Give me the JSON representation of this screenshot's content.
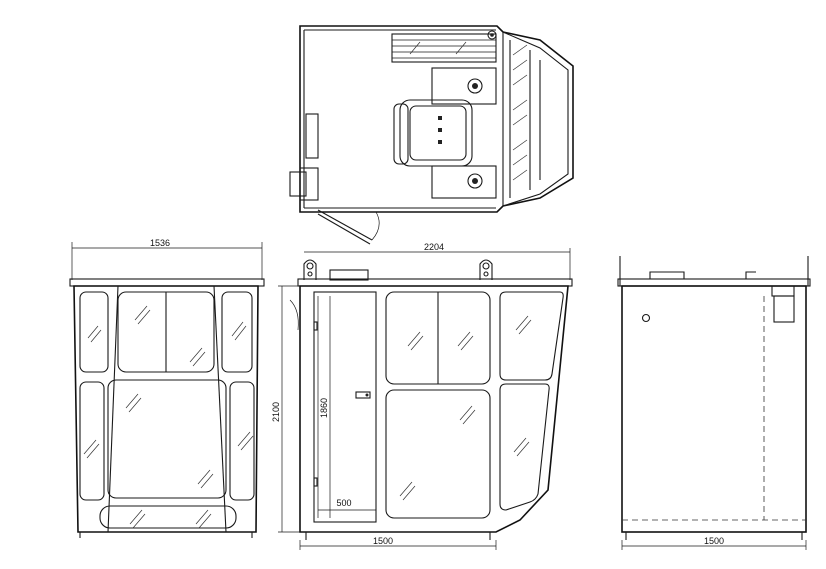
{
  "dimensions": {
    "front_width": "1536",
    "side_overall_width": "2204",
    "side_height": "2100",
    "door_height": "1860",
    "door_width": "500",
    "side_base_width": "1500",
    "rear_base_width": "1500"
  },
  "colors": {
    "line": "#1a1a1a",
    "background": "#ffffff"
  }
}
